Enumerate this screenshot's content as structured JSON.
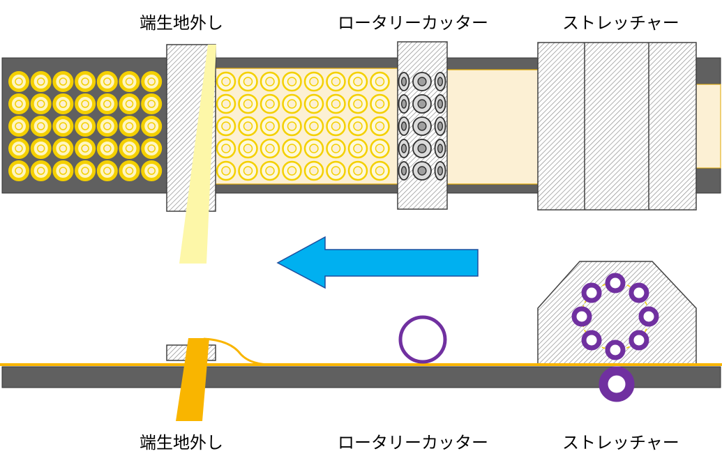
{
  "labels": {
    "top_edge_strip": "端生地外し",
    "top_rotary_cutter": "ロータリーカッター",
    "top_stretcher": "ストレッチャー",
    "bottom_edge_strip": "端生地外し",
    "bottom_rotary_cutter": "ロータリーカッター",
    "bottom_stretcher": "ストレッチャー"
  },
  "colors": {
    "belt": "#606060",
    "sheet": "#fcf0d4",
    "ring_yellow": "#f4d000",
    "ring_gray": "#a0a0a0",
    "strip_light": "#fdf7a8",
    "strip_orange": "#f9b500",
    "arrow": "#00b0f0",
    "arrow_stroke": "#1f4e9e",
    "ring_purple": "#7030a0",
    "film_line": "#f9b500"
  },
  "grid": {
    "left_rows": 5,
    "left_cols": 7,
    "middle_rows": 5,
    "middle_cols": 8,
    "cutter_rows": 5,
    "cutter_cols": 3,
    "stretcher_ring_count": 8
  },
  "arrow_direction": "left"
}
